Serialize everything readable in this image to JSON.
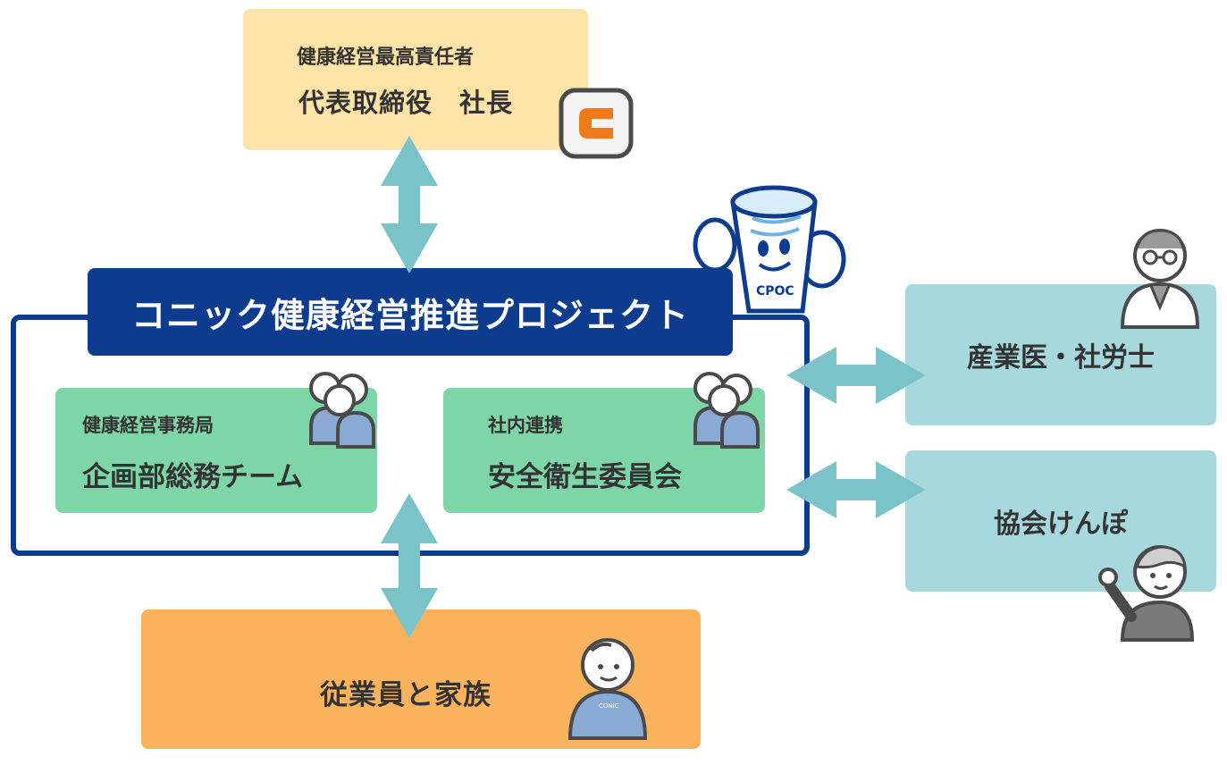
{
  "ceo": {
    "label": "健康経営最高責任者",
    "name": "代表取締役　社長"
  },
  "project": {
    "title": "コニック健康経営推進プロジェクト"
  },
  "teams": [
    {
      "label": "健康経営事務局",
      "name": "企画部総務チーム"
    },
    {
      "label": "社内連携",
      "name": "安全衛生委員会"
    }
  ],
  "partners": [
    {
      "name": "産業医・社労士"
    },
    {
      "name": "協会けんぽ"
    }
  ],
  "employees": {
    "name": "従業員と家族"
  },
  "mascot": {
    "text": "CPOC"
  },
  "badge": {
    "text": "CONIC"
  },
  "colors": {
    "navy": "#0d3c8f",
    "arrow": "#7ac3c9",
    "ceo": "#fce4a8",
    "team": "#7dd5a8",
    "partner": "#a7d8de",
    "employees": "#fbb25c",
    "logo": "#f07a1a"
  },
  "icons": [
    "company-logo-icon",
    "mascot-icon",
    "staff-group-icon",
    "doctor-icon",
    "advisor-icon",
    "employee-icon"
  ]
}
